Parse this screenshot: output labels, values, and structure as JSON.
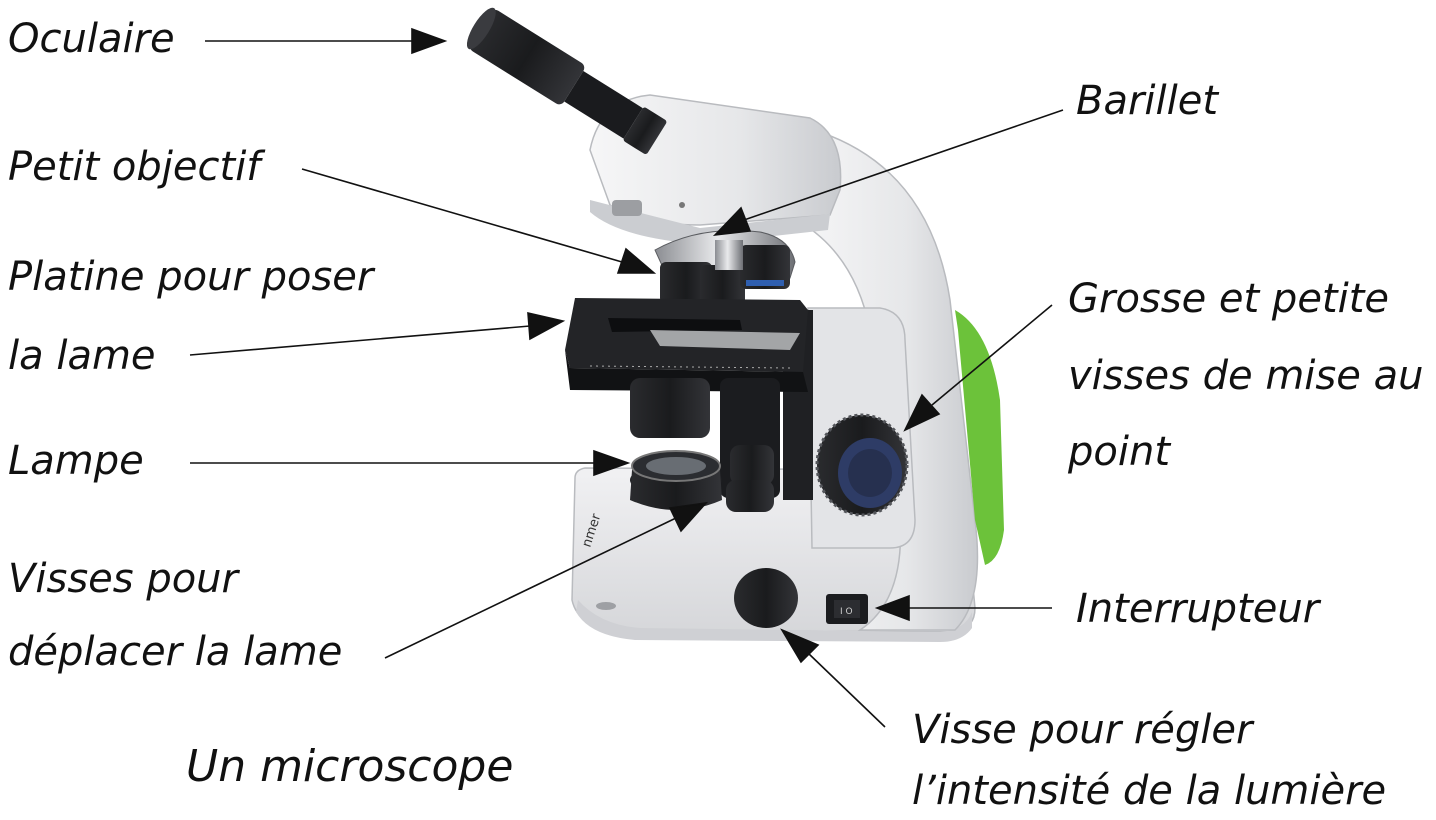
{
  "labels": {
    "oculaire": "Oculaire",
    "barillet": "Barillet",
    "petit_objectif": "Petit objectif",
    "platine_l1": "Platine pour poser",
    "platine_l2": "la lame",
    "grosse_l1": "Grosse et petite",
    "grosse_l2": "visses de mise au",
    "grosse_l3": "point",
    "lampe": "Lampe",
    "visses_l1": "Visses pour",
    "visses_l2": "déplacer la lame",
    "interrupteur": "Interrupteur",
    "visse_l1": "Visse pour régler",
    "visse_l2": "l’intensité de la lumière"
  },
  "title": "Un microscope",
  "colors": {
    "body": "#ECECEE",
    "body_shadow": "#C9CBCF",
    "black": "#1E1F22",
    "accent_green": "#6CC23A",
    "accent_yellow": "#E8C21A",
    "accent_blue": "#2F5FB0",
    "ink": "#111111"
  }
}
